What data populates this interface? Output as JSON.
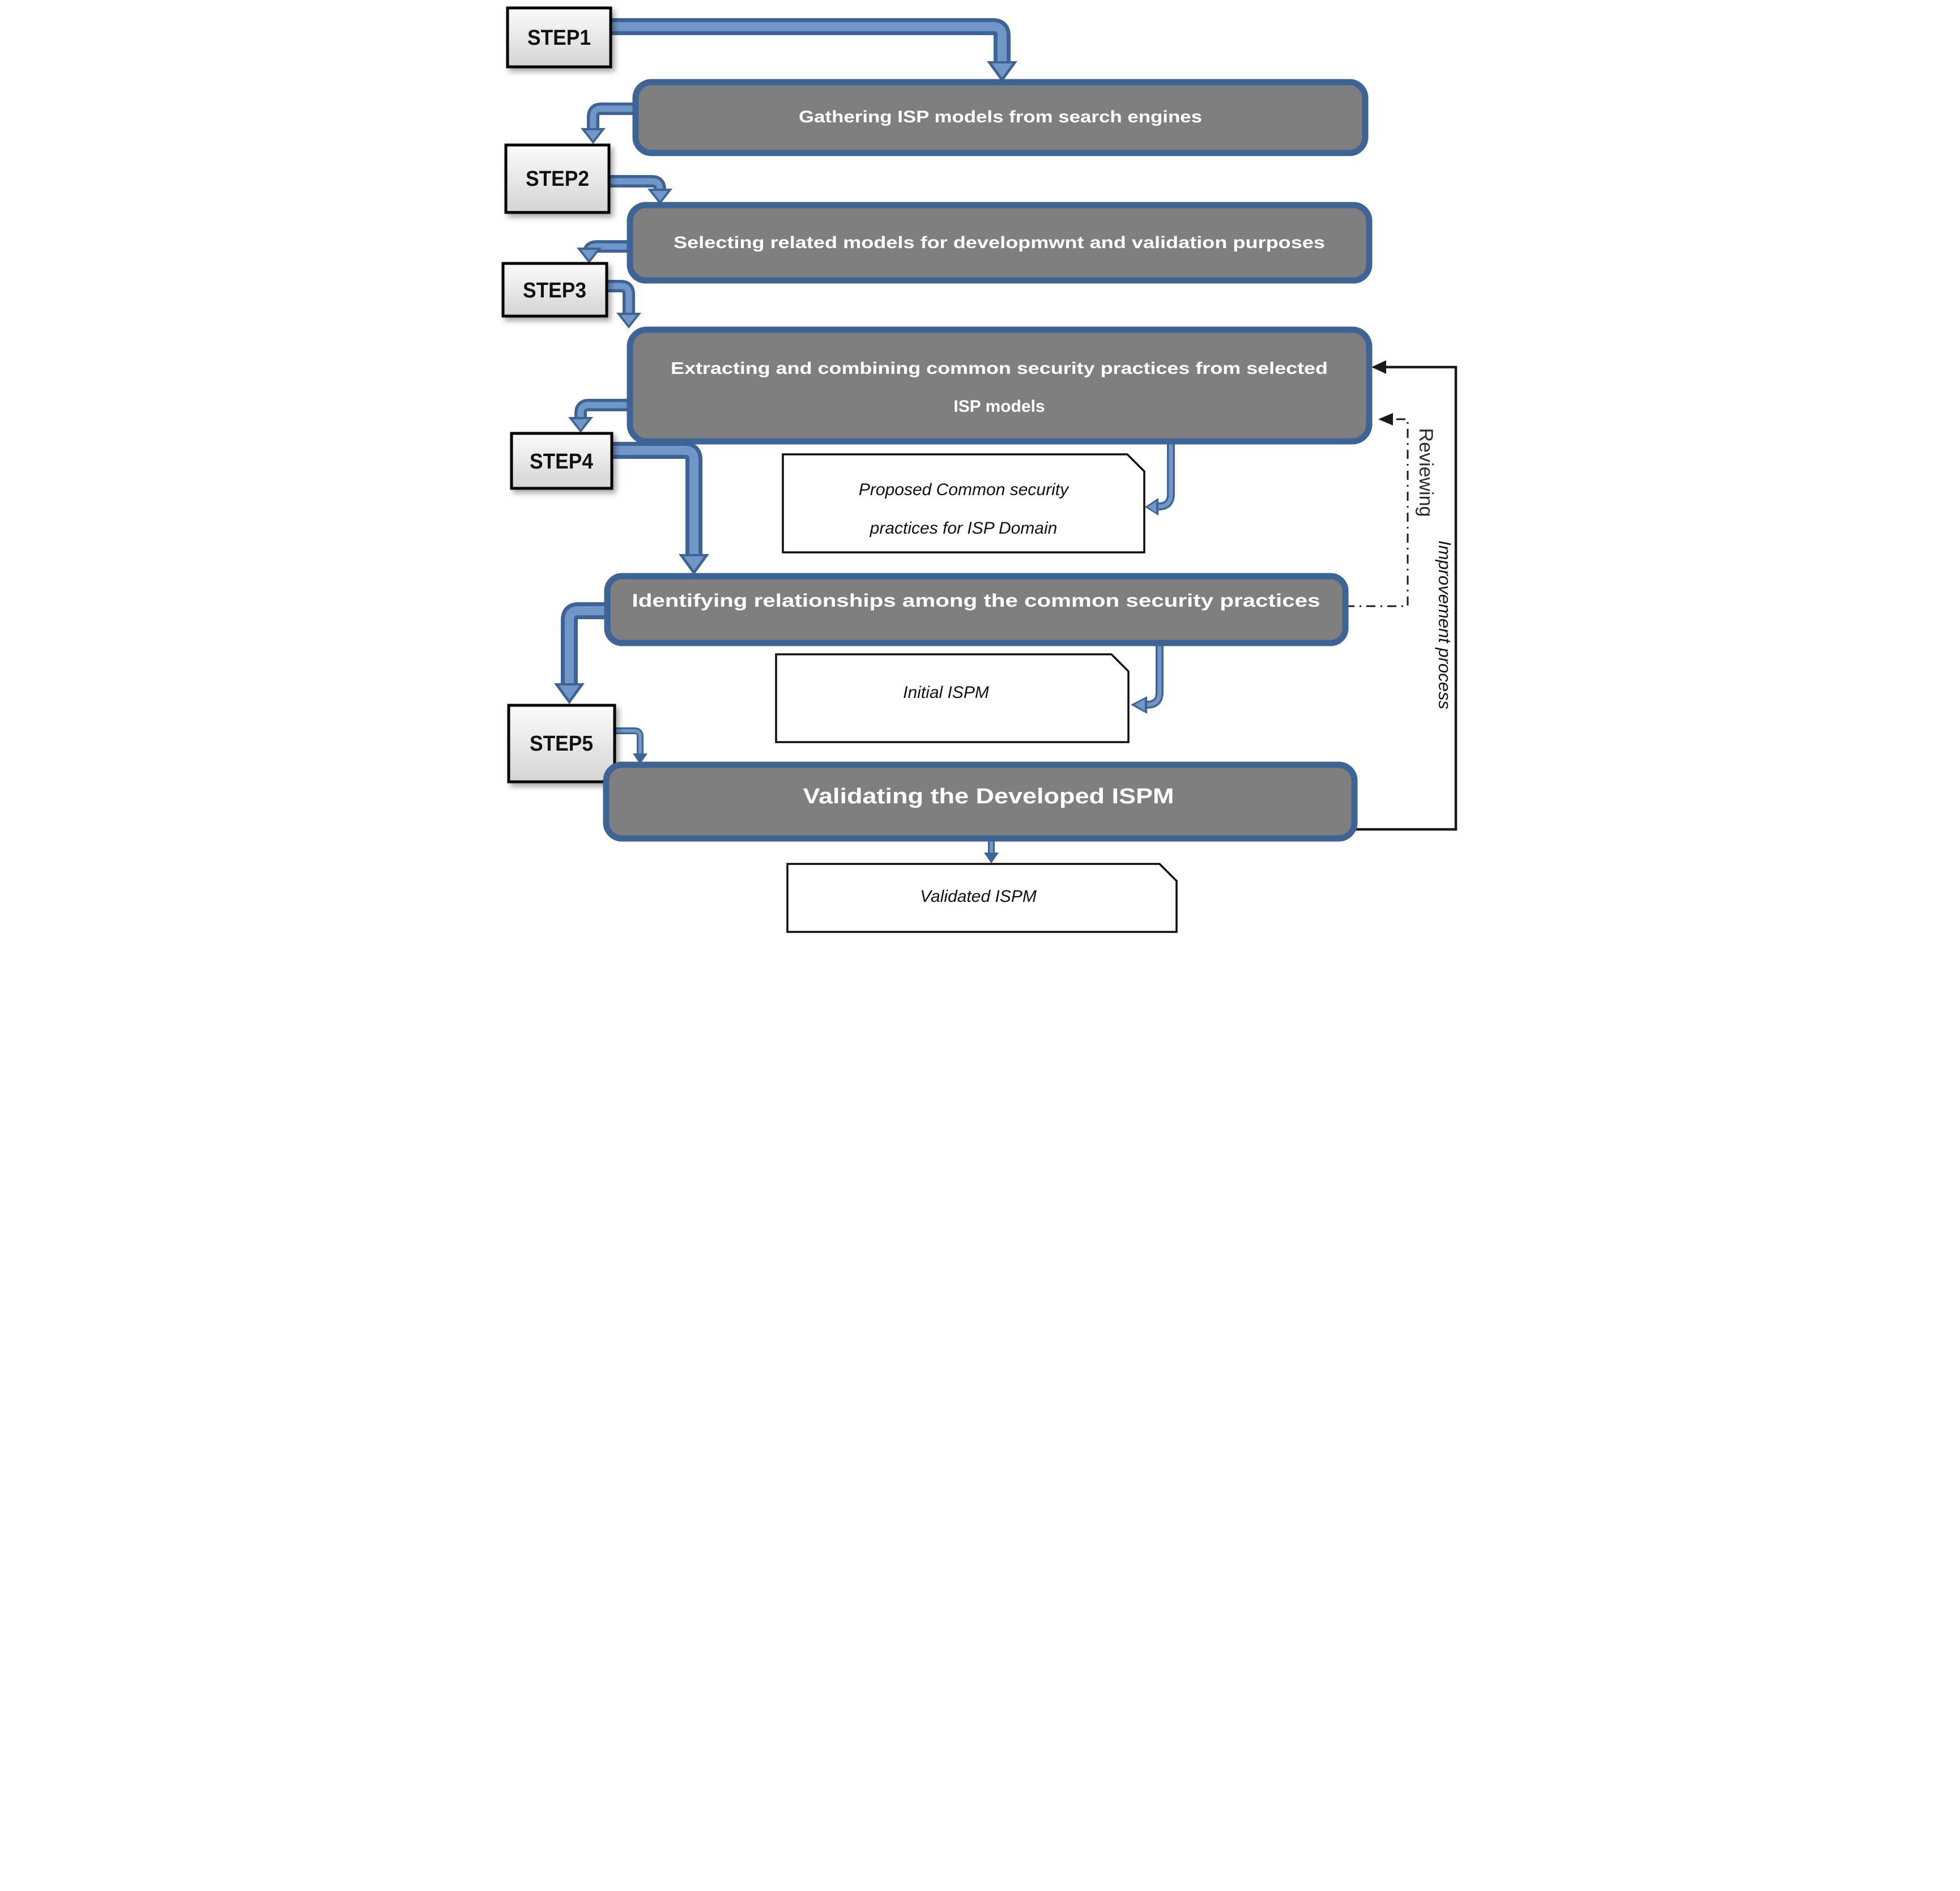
{
  "diagram": {
    "steps": [
      {
        "label": "STEP1"
      },
      {
        "label": "STEP2"
      },
      {
        "label": "STEP3"
      },
      {
        "label": "STEP4"
      },
      {
        "label": "STEP5"
      }
    ],
    "processes": {
      "gathering": {
        "text": "Gathering ISP models from search engines"
      },
      "selecting": {
        "text": "Selecting related models for developmwnt and validation purposes"
      },
      "extracting": {
        "line1": "Extracting and combining common security practices from selected",
        "line2": "ISP models"
      },
      "identifying": {
        "text": "Identifying relationships among the common security practices"
      },
      "validating": {
        "text": "Validating the Developed ISPM"
      }
    },
    "artifacts": {
      "proposed": {
        "line1": "Proposed Common security",
        "line2": "practices for ISP Domain"
      },
      "initial": {
        "text": "Initial ISPM"
      },
      "validated": {
        "text": "Validated ISPM"
      }
    },
    "feedback_labels": {
      "reviewing": "Reviewing",
      "improvement": "Improvement process"
    },
    "flow": [
      {
        "from": "STEP1",
        "to": "Gathering ISP models from search engines"
      },
      {
        "from": "Gathering ISP models from search engines",
        "to": "STEP2"
      },
      {
        "from": "STEP2",
        "to": "Selecting related models for developmwnt and validation purposes"
      },
      {
        "from": "Selecting related models for developmwnt and validation purposes",
        "to": "STEP3"
      },
      {
        "from": "STEP3",
        "to": "Extracting and combining common security practices from selected ISP models"
      },
      {
        "from": "Extracting and combining common security practices from selected ISP models",
        "to": "STEP4"
      },
      {
        "from": "Extracting and combining common security practices from selected ISP models",
        "to": "Proposed Common security practices for ISP Domain"
      },
      {
        "from": "STEP4",
        "to": "Identifying relationships among the common security practices"
      },
      {
        "from": "Identifying relationships among the common security practices",
        "to": "STEP5"
      },
      {
        "from": "Identifying relationships among the common security practices",
        "to": "Initial ISPM"
      },
      {
        "from": "STEP5",
        "to": "Validating the Developed ISPM"
      },
      {
        "from": "Validating the Developed ISPM",
        "to": "Validated ISPM"
      },
      {
        "from": "Identifying relationships among the common security practices",
        "to": "Extracting and combining common security practices from selected ISP models",
        "label": "Reviewing",
        "style": "dash-dot"
      },
      {
        "from": "Validating the Developed ISPM",
        "to": "Extracting and combining common security practices from selected ISP models",
        "label": "Improvement process",
        "style": "solid"
      }
    ],
    "colors": {
      "process_fill": "#7f7f7f",
      "process_border": "#3e6496",
      "arrow_dark": "#3e6496",
      "arrow_light": "#7097c7",
      "step_fill_top": "#fafafa",
      "step_fill_bottom": "#d4d4d4",
      "step_border": "#000000",
      "feedback_line": "#1a1a1a",
      "text_on_process": "#ffffff"
    }
  }
}
